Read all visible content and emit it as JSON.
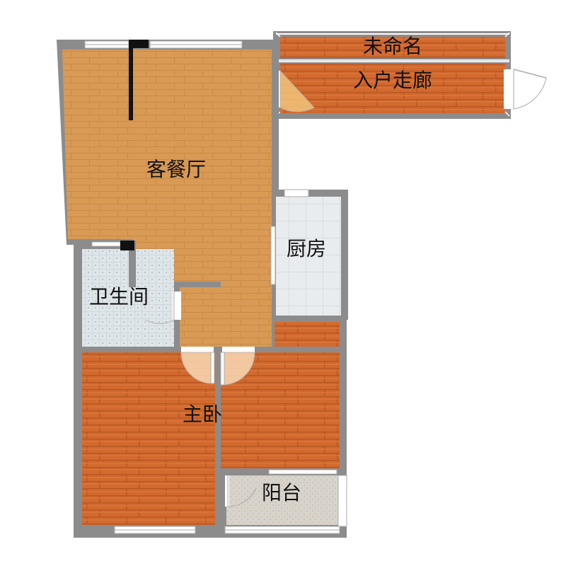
{
  "rooms": {
    "unnamed": "未命名",
    "entry_corridor": "入户走廊",
    "living_dining": "客餐厅",
    "kitchen": "厨房",
    "bathroom": "卫生间",
    "master_bedroom": "主卧",
    "balcony": "阳台"
  },
  "colors": {
    "wall": "#8c8c8c",
    "wood_light": "#d99a55",
    "wood_dark": "#d2692e",
    "tile_light": "#e9ecef",
    "tile_bath": "#dfe6ea",
    "tile_balcony": "#d8d3cb",
    "window": "#ffffff",
    "column": "#111111"
  }
}
